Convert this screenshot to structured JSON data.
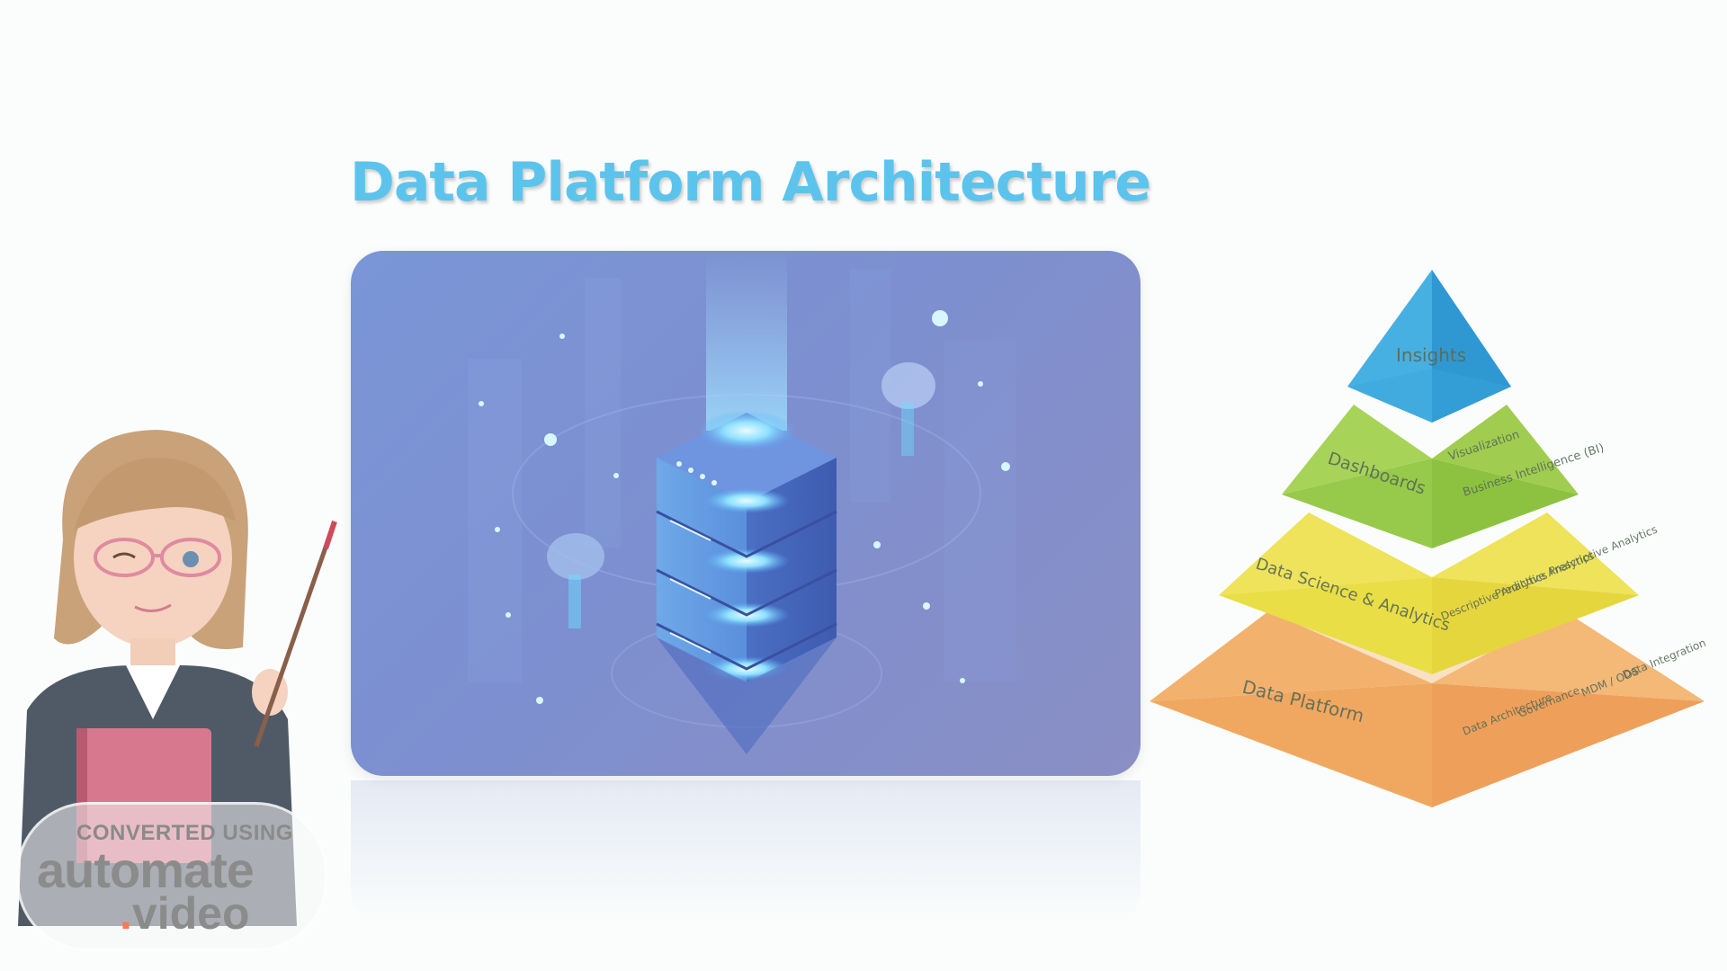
{
  "slide": {
    "title": "Data Platform Architecture"
  },
  "hero_image": {
    "icon": "server-stack-illustration",
    "colors": {
      "bg_start": "#7a96d6",
      "bg_end": "#8a8fc4",
      "glow": "#a8e8ff"
    }
  },
  "pyramid": {
    "levels": [
      {
        "name": "Insights",
        "items": [],
        "color": "#3aa6dd"
      },
      {
        "name": "Dashboards",
        "items": [
          "Visualization",
          "Business Intelligence (BI)"
        ],
        "color": "#8cc63f"
      },
      {
        "name": "Data Science & Analytics",
        "items": [
          "Descriptive Analytics",
          "Predictive Analytics",
          "Prescriptive Analytics"
        ],
        "color": "#e9e34a"
      },
      {
        "name": "Data Platform",
        "items": [
          "Data Architecture",
          "Governance",
          "MDM / ODS",
          "Data Integration"
        ],
        "color": "#f2a65a"
      }
    ]
  },
  "presenter": {
    "icon": "presenter-woman-illustration"
  },
  "watermark": {
    "line1": "CONVERTED USING",
    "line2": "automate",
    "line3_dot": ".",
    "line3": "video"
  }
}
